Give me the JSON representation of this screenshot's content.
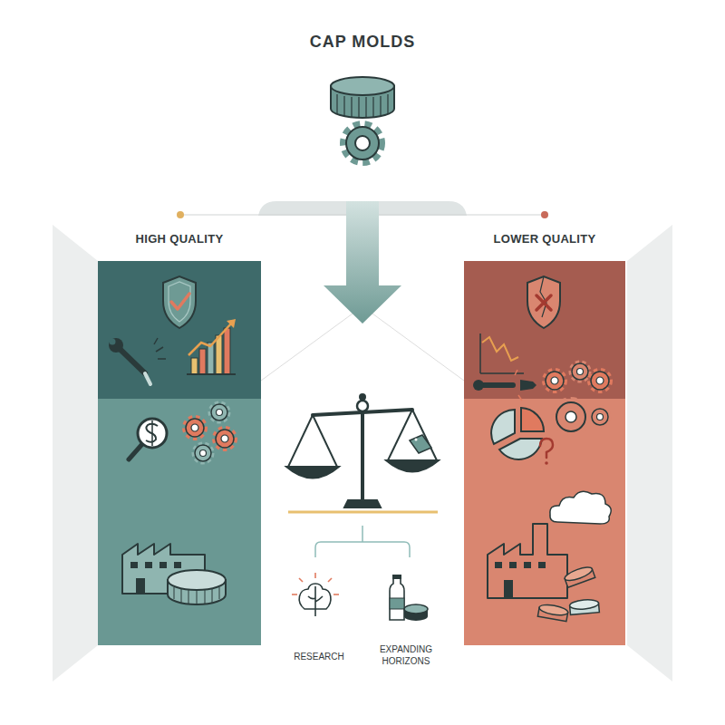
{
  "diagram": {
    "title": "CAP MOLDS",
    "nodes": [
      {
        "text": [
          "HIGH QUALITY"
        ]
      },
      {
        "text": [
          "LOWER QUALITY"
        ]
      }
    ],
    "labels": [
      "RESEARCH",
      "EXPANDING HORIZONS"
    ]
  }
}
